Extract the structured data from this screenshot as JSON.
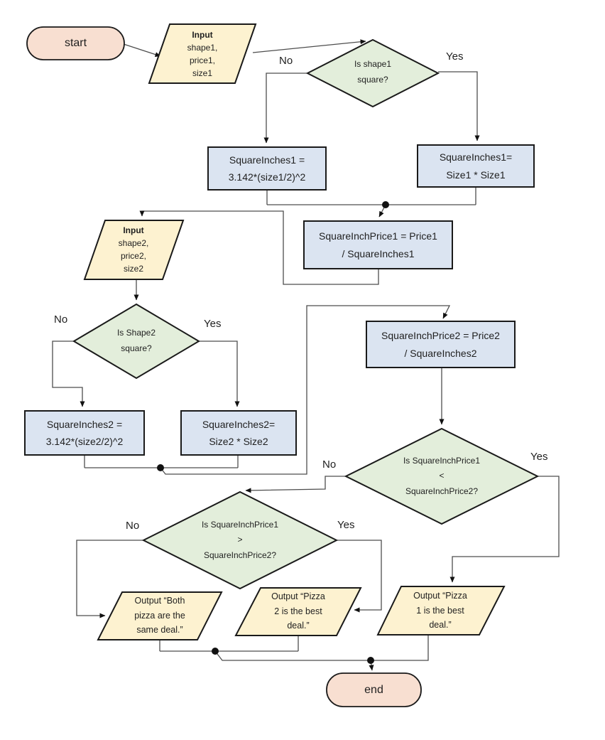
{
  "colors": {
    "terminal_fill": "#f8dfd1",
    "io_fill": "#fdf2d0",
    "process_fill": "#dbe4f1",
    "decision_fill": "#e3eedb",
    "border": "#1a1a1a",
    "connector": "#4d4d4d"
  },
  "nodes": {
    "start": "start",
    "input1": {
      "heading": "Input",
      "items": "shape1,\nprice1,\nsize1"
    },
    "decision1": "Is shape1\nsquare?",
    "calc_circle1": "SquareInches1 =\n3.142*(size1/2)^2",
    "calc_square1": "SquareInches1=\nSize1 * Size1",
    "price1": "SquareInchPrice1 = Price1\n/ SquareInches1",
    "input2": {
      "heading": "Input",
      "items": "shape2,\nprice2,\nsize2"
    },
    "decision2": "Is Shape2\nsquare?",
    "calc_circle2": "SquareInches2 =\n3.142*(size2/2)^2",
    "calc_square2": "SquareInches2=\nSize2 * Size2",
    "price2": "SquareInchPrice2 = Price2\n/ SquareInches2",
    "decision3": "Is SquareInchPrice1\n<\nSquareInchPrice2?",
    "decision4": "Is SquareInchPrice1\n>\nSquareInchPrice2?",
    "output_same": "Output “Both\npizza are the\nsame deal.”",
    "output_pizza2": "Output “Pizza\n2 is the best\ndeal.”",
    "output_pizza1": "Output “Pizza\n1 is the best\ndeal.”",
    "end": "end"
  },
  "edge_labels": {
    "decision1_no": "No",
    "decision1_yes": "Yes",
    "decision2_no": "No",
    "decision2_yes": "Yes",
    "decision3_no": "No",
    "decision3_yes": "Yes",
    "decision4_no": "No",
    "decision4_yes": "Yes"
  }
}
